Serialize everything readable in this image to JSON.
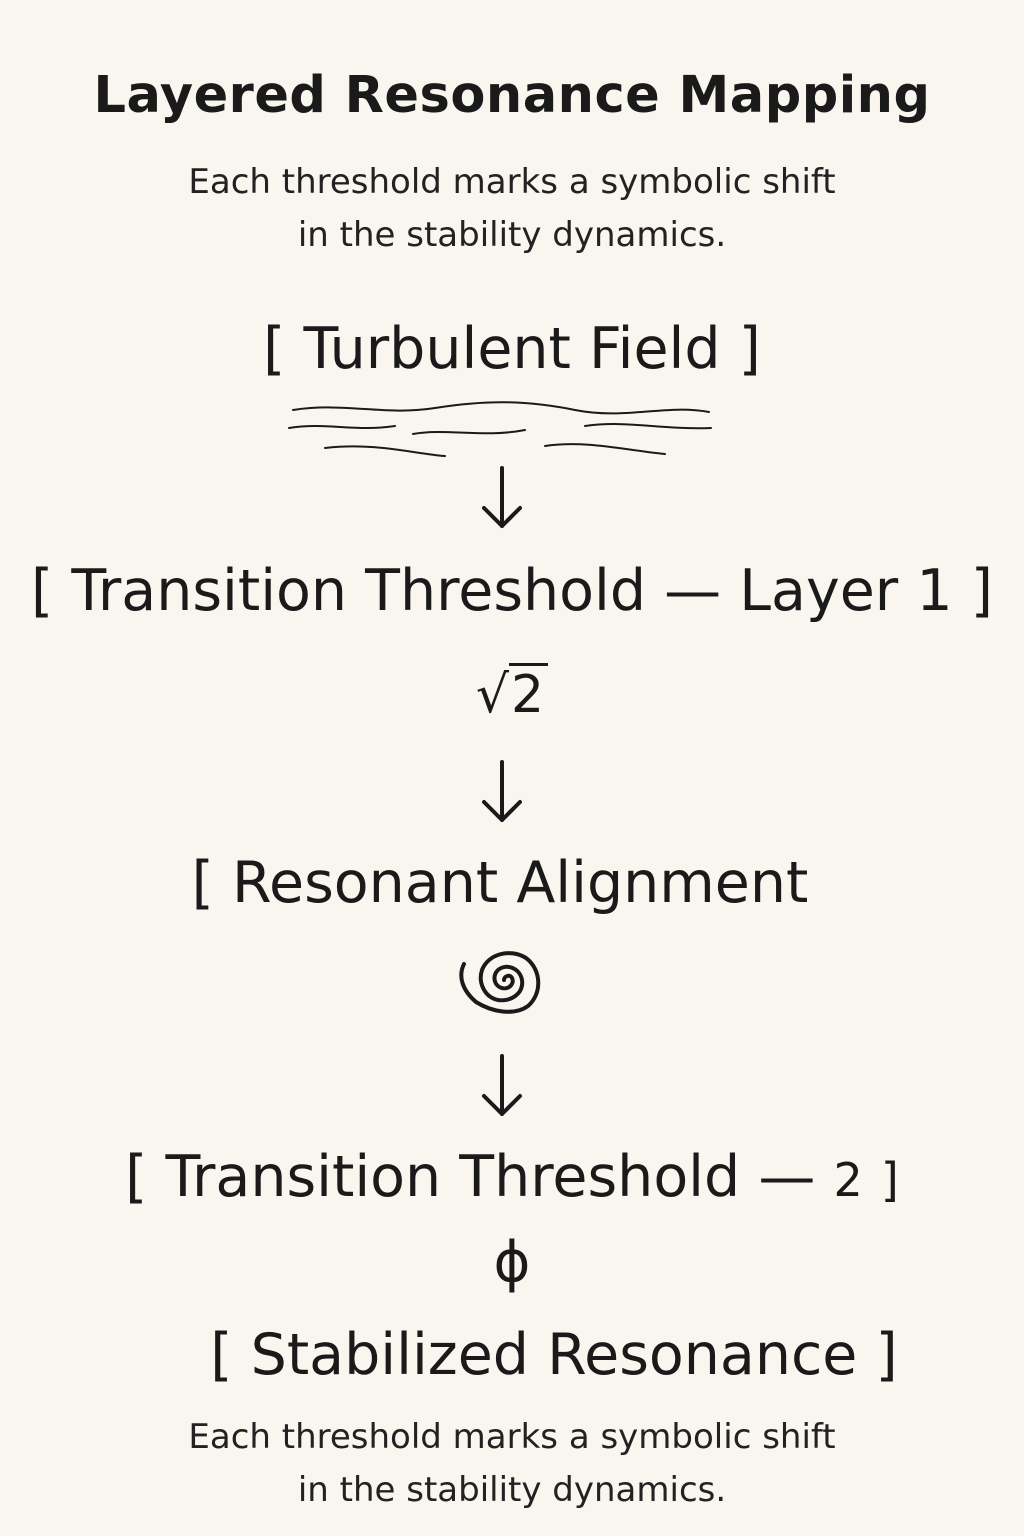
{
  "title": "Layered Resonance Mapping",
  "subtitle_top": {
    "line1": "Each threshold marks a symbolic shift",
    "line2": "in the stability dynamics."
  },
  "stages": {
    "s1": "[ Turbulent Field ]",
    "s2": "[ Transition Threshold — Layer 1 ]",
    "s3": "[ Resonant Alignment",
    "s4_main": "[ Transition Threshold —",
    "s4_num": "2",
    "s4_close": "]",
    "s5": "[ Stabilized Resonance ]"
  },
  "symbols": {
    "sqrt_sign": "√",
    "sqrt_radicand": "2",
    "phi": "ϕ",
    "waves_icon": "turbulence-waves-icon",
    "spiral_icon": "spiral-icon",
    "arrow_icon": "down-arrow-icon"
  },
  "subtitle_bottom": {
    "line1": "Each threshold marks a symbolic shift",
    "line2": "in the stability dynamics."
  }
}
